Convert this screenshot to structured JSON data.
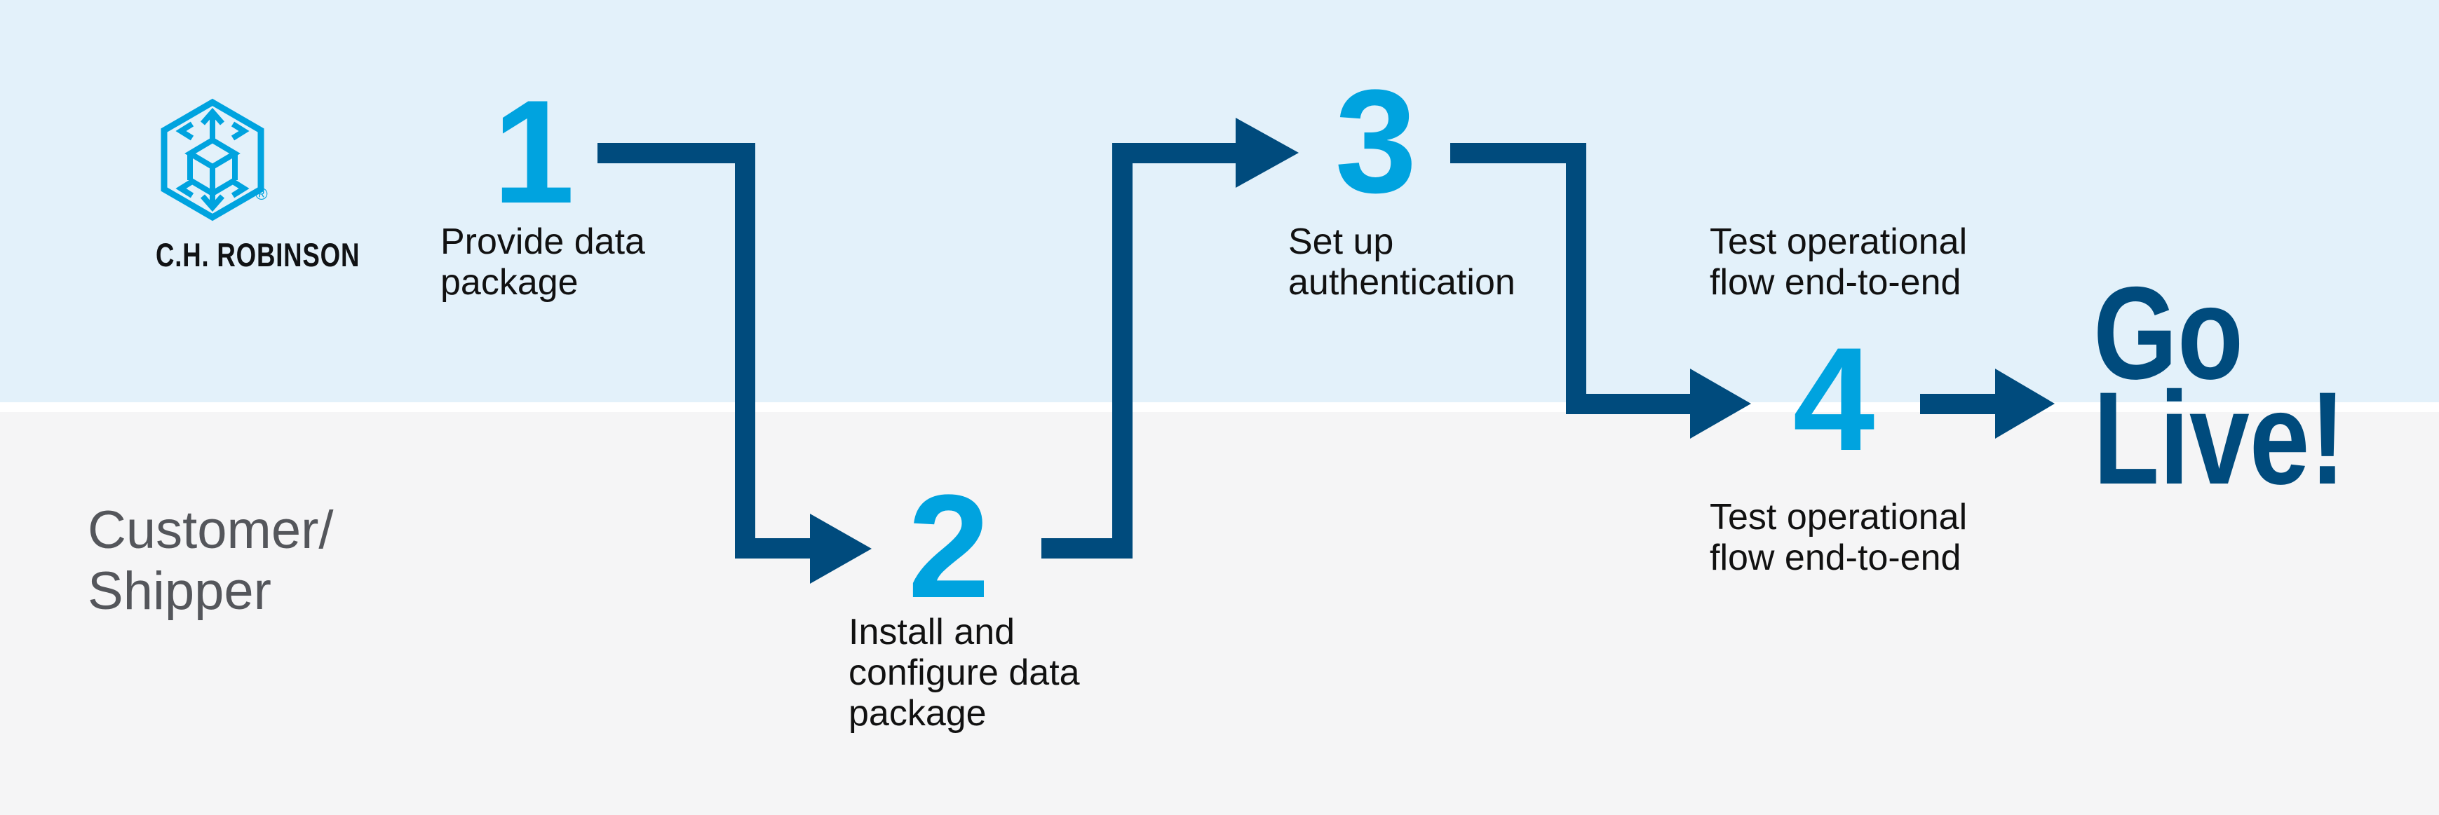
{
  "diagram": {
    "type": "swimlane-process-flow",
    "title_implicit": "C.H. Robinson integration onboarding flow"
  },
  "colors": {
    "brand_cyan": "#00A3DF",
    "brand_navy": "#004B7D",
    "lane_top_background": "#E3F1FA",
    "lane_bottom_background": "#F5F5F6",
    "lane_divider": "#FFFFFF",
    "step_label_text": "#111111",
    "lane_label_text": "#54565B",
    "wordmark_text": "#101214"
  },
  "brand": {
    "wordmark": "C.H. ROBINSON",
    "registered_mark": "®",
    "logo_icon": "chrobinson-cube-arrows-logo"
  },
  "lanes": {
    "top": {
      "owner": "C.H. Robinson (logo)"
    },
    "bottom": {
      "label_lines": [
        "Customer/",
        "Shipper"
      ]
    }
  },
  "steps": [
    {
      "number": "1",
      "label_lines": [
        "Provide data",
        "package"
      ]
    },
    {
      "number": "2",
      "label_lines": [
        "Install and",
        "configure data",
        "package"
      ]
    },
    {
      "number": "3",
      "label_lines": [
        "Set up",
        "authentication"
      ]
    },
    {
      "number": "4",
      "label_lines_top": [
        "Test operational",
        "flow end-to-end"
      ],
      "label_lines_bottom": [
        "Test operational",
        "flow end-to-end"
      ]
    }
  ],
  "finale": {
    "lines": [
      "Go",
      "Live!"
    ]
  }
}
